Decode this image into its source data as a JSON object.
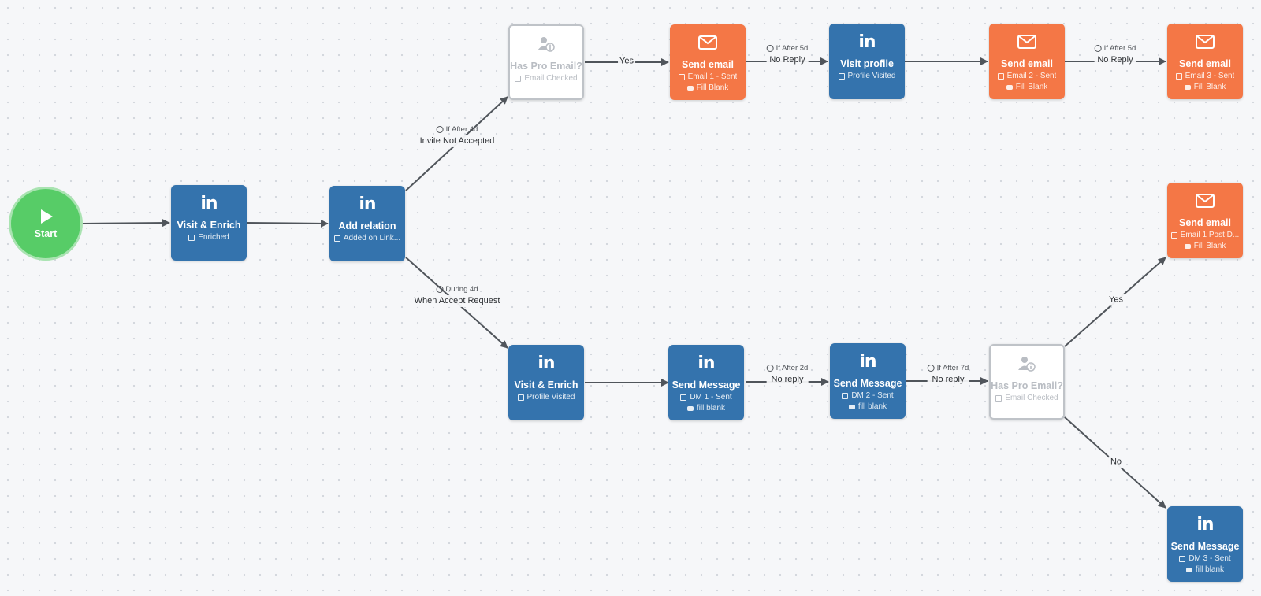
{
  "start": {
    "label": "Start"
  },
  "nodes": {
    "visit_enrich_1": {
      "title": "Visit & Enrich",
      "sub": "Enriched",
      "icon": "linkedin-icon"
    },
    "add_relation": {
      "title": "Add relation",
      "sub": "Added on Link...",
      "icon": "linkedin-icon"
    },
    "has_pro_email_top": {
      "title": "Has Pro Email?",
      "sub": "Email Checked",
      "icon": "user-info-icon"
    },
    "send_email_1": {
      "title": "Send email",
      "sub": "Email 1 - Sent",
      "sub2": "Fill Blank",
      "icon": "envelope-icon"
    },
    "visit_profile": {
      "title": "Visit profile",
      "sub": "Profile Visited",
      "icon": "linkedin-icon"
    },
    "send_email_2": {
      "title": "Send email",
      "sub": "Email 2 - Sent",
      "sub2": "Fill Blank",
      "icon": "envelope-icon"
    },
    "send_email_3": {
      "title": "Send email",
      "sub": "Email 3 - Sent",
      "sub2": "Fill Blank",
      "icon": "envelope-icon"
    },
    "send_email_post": {
      "title": "Send email",
      "sub": "Email 1 Post D...",
      "sub2": "Fill Blank",
      "icon": "envelope-icon"
    },
    "visit_enrich_2": {
      "title": "Visit & Enrich",
      "sub": "Profile Visited",
      "icon": "linkedin-icon"
    },
    "send_message_1": {
      "title": "Send Message",
      "sub": "DM 1 - Sent",
      "sub2": "fill blank",
      "icon": "linkedin-icon"
    },
    "send_message_2": {
      "title": "Send Message",
      "sub": "DM 2 - Sent",
      "sub2": "fill blank",
      "icon": "linkedin-icon"
    },
    "has_pro_email_bottom": {
      "title": "Has Pro Email?",
      "sub": "Email Checked",
      "icon": "user-info-icon"
    },
    "send_message_3": {
      "title": "Send Message",
      "sub": "DM 3 - Sent",
      "sub2": "fill blank",
      "icon": "linkedin-icon"
    }
  },
  "edge_labels": {
    "invite_not_accepted": {
      "time": "If After 4d",
      "text": "Invite Not Accepted"
    },
    "when_accept": {
      "time": "During 4d",
      "text": "When Accept Request"
    },
    "yes_top": {
      "text": "Yes"
    },
    "no_reply_5d_a": {
      "time": "If After 5d",
      "text": "No Reply"
    },
    "no_reply_5d_b": {
      "time": "If After 5d",
      "text": "No Reply"
    },
    "no_reply_2d": {
      "time": "If After 2d",
      "text": "No reply"
    },
    "no_reply_7d": {
      "time": "If After 7d",
      "text": "No reply"
    },
    "yes_bottom": {
      "text": "Yes"
    },
    "no_bottom": {
      "text": "No"
    }
  },
  "colors": {
    "linkedin": "#3473ad",
    "email": "#f47746",
    "start": "#57cc67",
    "edge": "#50555b"
  },
  "linkedin_glyph": "in"
}
